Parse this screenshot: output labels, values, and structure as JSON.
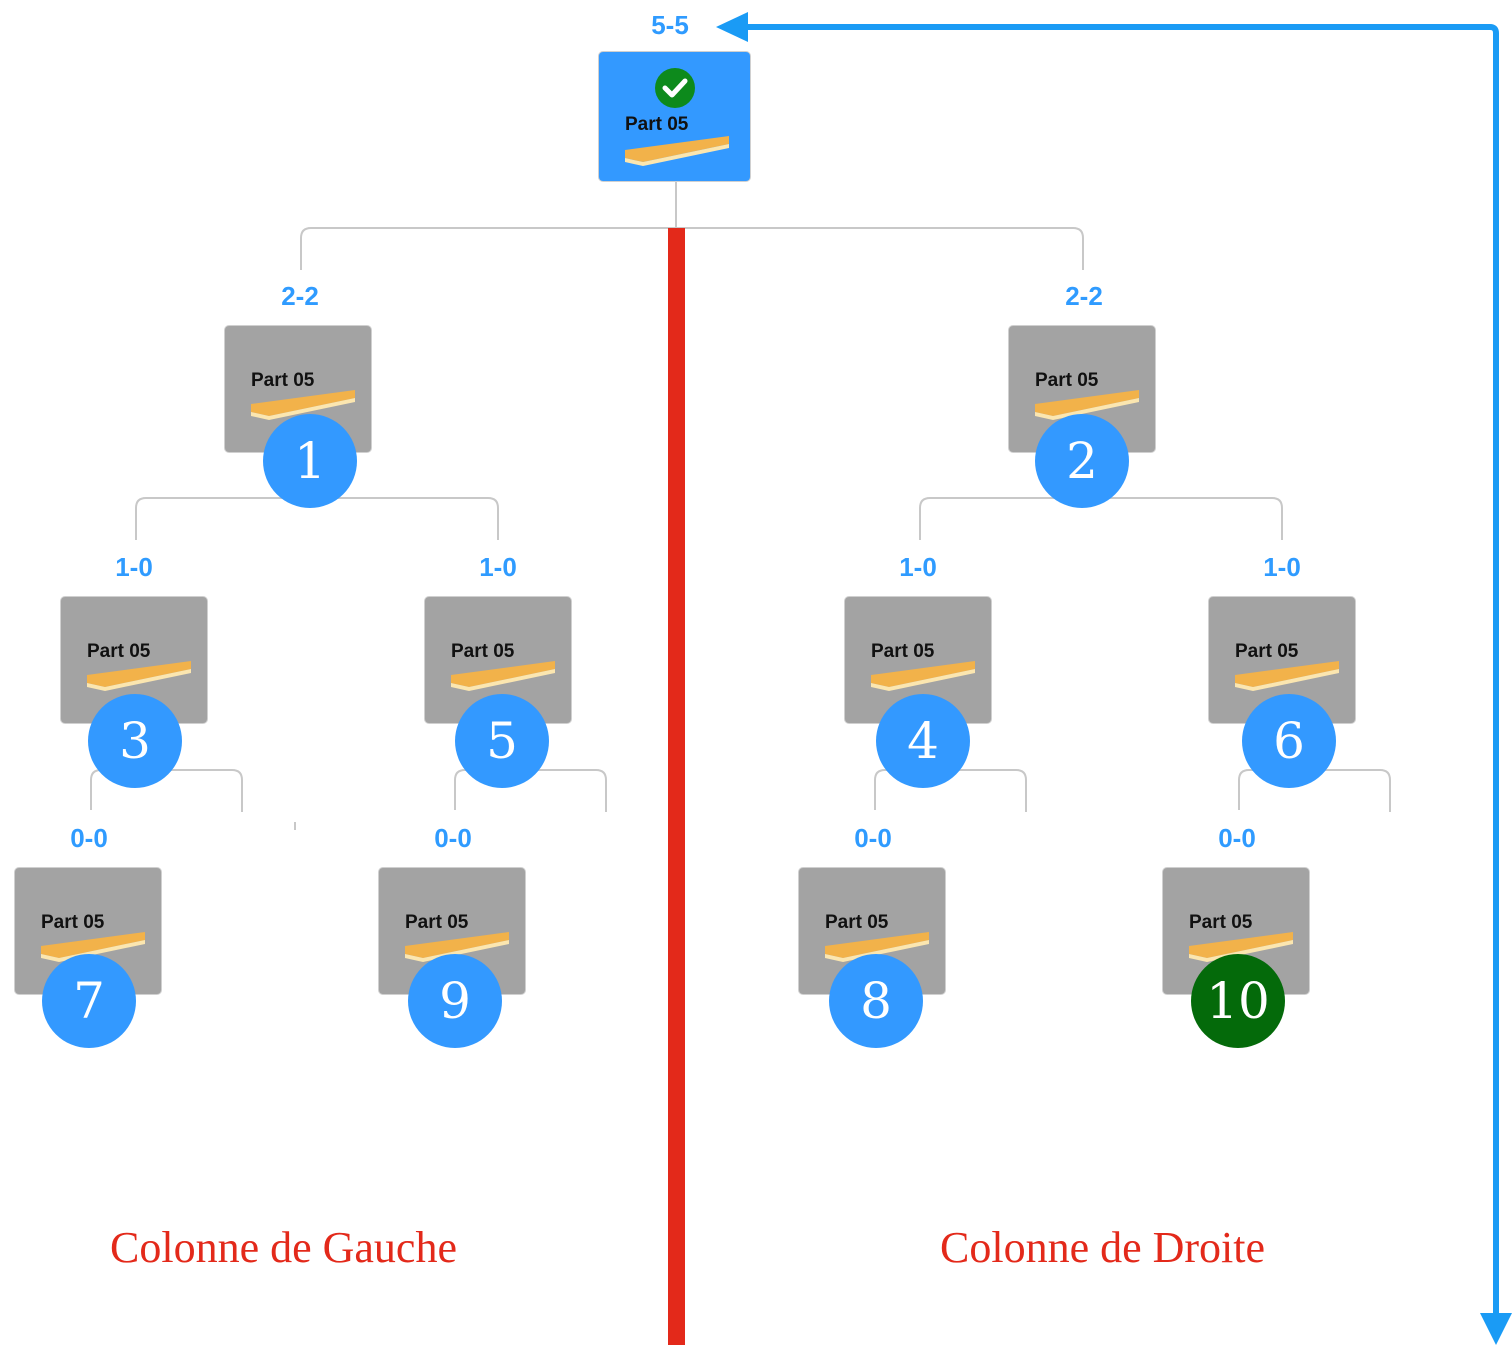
{
  "diagram": {
    "root": {
      "score": "5-5",
      "label": "Part 05",
      "icon": "check-circle-icon"
    },
    "level1": [
      {
        "score": "2-2",
        "label": "Part 05",
        "badge": "1"
      },
      {
        "score": "2-2",
        "label": "Part 05",
        "badge": "2"
      }
    ],
    "level2": [
      {
        "score": "1-0",
        "label": "Part 05",
        "badge": "3"
      },
      {
        "score": "1-0",
        "label": "Part 05",
        "badge": "5"
      },
      {
        "score": "1-0",
        "label": "Part 05",
        "badge": "4"
      },
      {
        "score": "1-0",
        "label": "Part 05",
        "badge": "6"
      }
    ],
    "level3": [
      {
        "score": "0-0",
        "label": "Part 05",
        "badge": "7"
      },
      {
        "score": "0-0",
        "label": "Part 05",
        "badge": "9"
      },
      {
        "score": "0-0",
        "label": "Part 05",
        "badge": "8"
      },
      {
        "score": "0-0",
        "label": "Part 05",
        "badge": "10",
        "badge_color": "#046a0a"
      }
    ],
    "columns": {
      "left": "Colonne de Gauche",
      "right": "Colonne de Droite"
    },
    "colors": {
      "node_gray": "#a3a3a3",
      "node_root": "#3399ff",
      "score_text": "#2f9bff",
      "badge_blue": "#3399ff",
      "badge_green": "#046a0a",
      "divider": "#e3291a",
      "arrow": "#1a9bf5",
      "connector": "#c8c8c8"
    }
  }
}
